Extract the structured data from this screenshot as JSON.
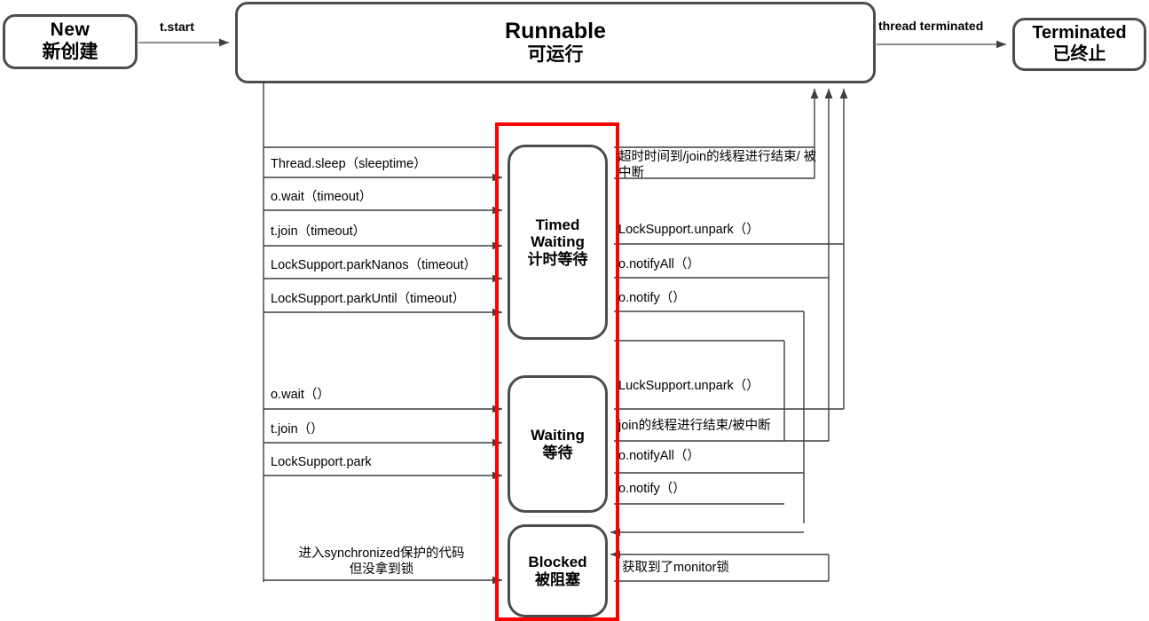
{
  "diagram": {
    "title": "Java Thread State Transition Diagram",
    "accent_color": "#ff0000",
    "node_border_color": "#4d4d4d",
    "wire_color": "#4d4d4d"
  },
  "nodes": {
    "new": {
      "en": "New",
      "cn": "新创建"
    },
    "runnable": {
      "en": "Runnable",
      "cn": "可运行"
    },
    "terminated": {
      "en": "Terminated",
      "cn": "已终止"
    },
    "timed_waiting": {
      "en_line1": "Timed",
      "en_line2": "Waiting",
      "cn": "计时等待"
    },
    "waiting": {
      "en": "Waiting",
      "cn": "等待"
    },
    "blocked": {
      "en": "Blocked",
      "cn": "被阻塞"
    }
  },
  "edge_labels": {
    "start": "t.start",
    "terminated": "thread terminated"
  },
  "enter_labels": [
    {
      "text": "Thread.sleep（sleeptime）"
    },
    {
      "text": "o.wait（timeout）"
    },
    {
      "text": "t.join（timeout）"
    },
    {
      "text": "LockSupport.parkNanos（timeout）"
    },
    {
      "text": "LockSupport.parkUntil（timeout）"
    },
    {
      "text": "o.wait（）"
    },
    {
      "text": "t.join（）"
    },
    {
      "text": "LockSupport.park"
    }
  ],
  "enter_label_blocked": {
    "line1": "进入synchronized保护的代码",
    "line2": "但没拿到锁"
  },
  "exit_labels_timed": [
    {
      "line1": "超时时间到/join的线程进行结束/",
      "line2": "被中断"
    },
    {
      "text": "LockSupport.unpark（）"
    },
    {
      "text": "o.notifyAll（）"
    },
    {
      "text": "o.notify（）"
    }
  ],
  "exit_labels_waiting": [
    {
      "text": "LuckSupport.unpark（）"
    },
    {
      "text": "join的线程进行结束/被中断"
    },
    {
      "text": "o.notifyAll（）"
    },
    {
      "text": "o.notify（）"
    }
  ],
  "exit_labels_blocked": [
    {
      "text": "获取到了monitor锁"
    }
  ]
}
